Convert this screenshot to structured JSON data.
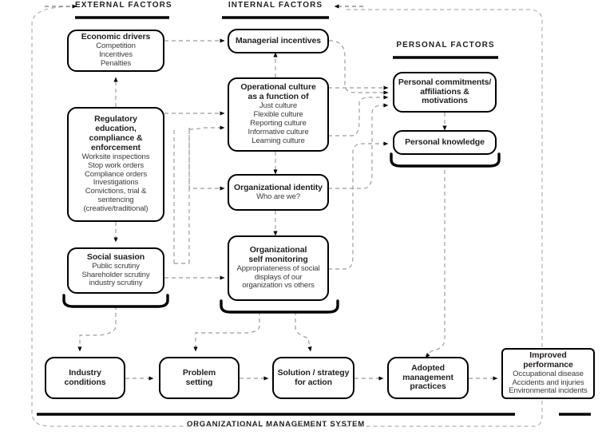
{
  "diagram": {
    "title": "ORGANIZATIONAL MANAGEMENT SYSTEM",
    "section_labels": {
      "external": "EXTERNAL FACTORS",
      "internal": "INTERNAL FACTORS",
      "personal": "PERSONAL FACTORS"
    },
    "nodes": {
      "economic_drivers": {
        "title": "Economic drivers",
        "lines": [
          "Competition",
          "Incentives",
          "Penalties"
        ]
      },
      "regulatory": {
        "title": "Regulatory education, compliance & enforcement",
        "title_lines": [
          "Regulatory",
          "education,",
          "compliance &",
          "enforcement"
        ],
        "lines": [
          "Worksite inspections",
          "Stop work orders",
          "Compliance orders",
          "Investigations",
          "Convictions, trial &",
          "sentencing",
          "(creative/traditional)"
        ]
      },
      "social_suasion": {
        "title": "Social suasion",
        "lines": [
          "Public scrutiny",
          "Shareholder scrutiny",
          "industry scrutiny"
        ]
      },
      "managerial_incentives": {
        "title": "Managerial incentives",
        "lines": []
      },
      "operational_culture": {
        "title": "Operational culture as a function of",
        "title_lines": [
          "Operational culture",
          "as a function of"
        ],
        "lines": [
          "Just culture",
          "Flexible culture",
          "Reporting culture",
          "Informative culture",
          "Learning culture"
        ]
      },
      "organizational_identity": {
        "title": "Organizational identity",
        "lines": [
          "Who are we?"
        ]
      },
      "self_monitoring": {
        "title": "Organizational self monitoring",
        "title_lines": [
          "Organizational",
          "self monitoring"
        ],
        "lines": [
          "Appropriateness of social",
          "displays of our",
          "organization vs others"
        ]
      },
      "personal_commitments": {
        "title": "Personal commitments/ affiliations & motivations",
        "title_lines": [
          "Personal commitments/",
          "affiliations & motivations"
        ],
        "lines": []
      },
      "personal_knowledge": {
        "title": "Personal knowledge",
        "lines": []
      },
      "industry_conditions": {
        "title": "Industry conditions",
        "title_lines": [
          "Industry",
          "conditions"
        ],
        "lines": []
      },
      "problem_setting": {
        "title": "Problem setting",
        "title_lines": [
          "Problem",
          "setting"
        ],
        "lines": []
      },
      "solution_strategy": {
        "title": "Solution / strategy for action",
        "title_lines": [
          "Solution / strategy",
          "for action"
        ],
        "lines": []
      },
      "adopted_practices": {
        "title": "Adopted management practices",
        "title_lines": [
          "Adopted",
          "management",
          "practices"
        ],
        "lines": []
      },
      "improved_performance": {
        "title": "Improved performance",
        "title_lines": [
          "Improved",
          "performance"
        ],
        "lines": [
          "Occupational disease",
          "Accidents and injuries",
          "Environmental incidents"
        ]
      }
    },
    "colors": {
      "stroke": "#000000",
      "connector": "#8d8d8d",
      "text": "#231f20",
      "subtext": "#3b3b3b",
      "background": "#ffffff"
    }
  }
}
